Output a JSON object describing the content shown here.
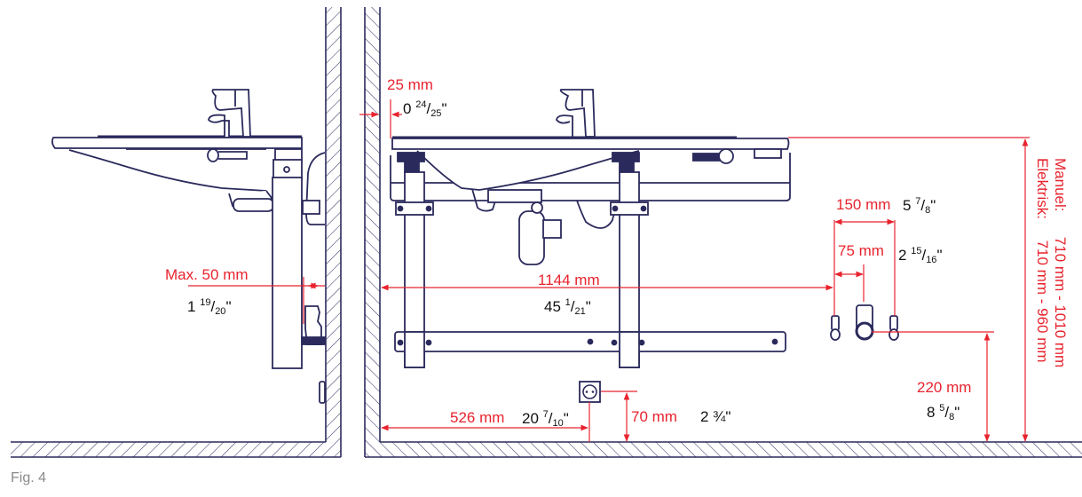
{
  "figure": {
    "caption": "Fig. 4",
    "colors": {
      "line": "#2b2a5c",
      "dimension": "#e8232e",
      "text_imperial": "#111111",
      "caption": "#8a8a8a"
    }
  },
  "side_view": {
    "gap_label_mm": "Max. 50 mm",
    "gap_label_in_whole": "1",
    "gap_label_in_num": "19",
    "gap_label_in_den": "20"
  },
  "front_view": {
    "wall_offset_mm": "25 mm",
    "wall_offset_in_whole": "0",
    "wall_offset_in_num": "24",
    "wall_offset_in_den": "25",
    "width_mm": "1144 mm",
    "width_in_whole": "45",
    "width_in_num": "1",
    "width_in_den": "21",
    "outer_conn_mm": "150 mm",
    "outer_conn_in_whole": "5",
    "outer_conn_in_num": "7",
    "outer_conn_in_den": "8",
    "inner_conn_mm": "75 mm",
    "inner_conn_in_whole": "2",
    "inner_conn_in_num": "15",
    "inner_conn_in_den": "16",
    "socket_offset_mm": "526 mm",
    "socket_offset_in_whole": "20",
    "socket_offset_in_num": "7",
    "socket_offset_in_den": "10",
    "socket_height_mm": "70 mm",
    "socket_height_in": "2 ¾",
    "conn_height_mm": "220 mm",
    "conn_height_in_whole": "8",
    "conn_height_in_num": "5",
    "conn_height_in_den": "8",
    "height_range": {
      "manual_label": "Manuel:",
      "manual_value": "710 mm - 1010 mm",
      "electric_label": "Elektrisk:",
      "electric_value": "710 mm - 960 mm"
    }
  }
}
